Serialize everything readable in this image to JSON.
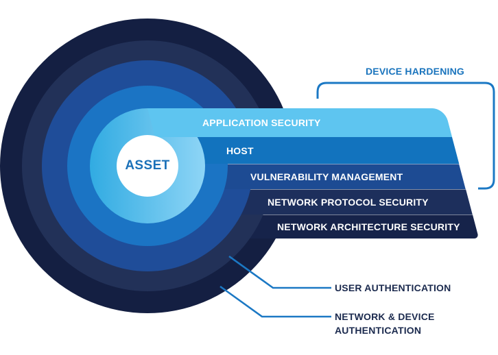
{
  "center": {
    "label": "ASSET"
  },
  "layers": [
    {
      "id": "application-security",
      "label": "APPLICATION SECURITY",
      "bar_color": "#5ec5f0",
      "ring_gradient": [
        "#31abe2",
        "#8ed5f6"
      ]
    },
    {
      "id": "host",
      "label": "HOST",
      "bar_color": "#1273be",
      "ring_color": "#1b74c4"
    },
    {
      "id": "vulnerability-management",
      "label": "VULNERABILITY MANAGEMENT",
      "bar_color": "#1d4b93",
      "ring_color": "#1f4d99"
    },
    {
      "id": "network-protocol-security",
      "label": "NETWORK PROTOCOL SECURITY",
      "bar_color": "#1d2f5c",
      "ring_color": "#223158"
    },
    {
      "id": "network-architecture-security",
      "label": "NETWORK ARCHITECTURE SECURITY",
      "bar_color": "#16234a",
      "ring_color": "#141f42"
    }
  ],
  "callouts": {
    "device_hardening": {
      "label": "DEVICE HARDENING",
      "color": "#1a74bd"
    },
    "user_authentication": {
      "label": "USER AUTHENTICATION",
      "color": "#1b2a4e"
    },
    "network_device_authentication": {
      "label": "NETWORK & DEVICE AUTHENTICATION",
      "color": "#1b2a4e"
    }
  },
  "colors": {
    "background": "#ffffff",
    "connector_line": "#1b78c4",
    "bar_text": "#ffffff",
    "asset_text": "#1a70b8"
  }
}
